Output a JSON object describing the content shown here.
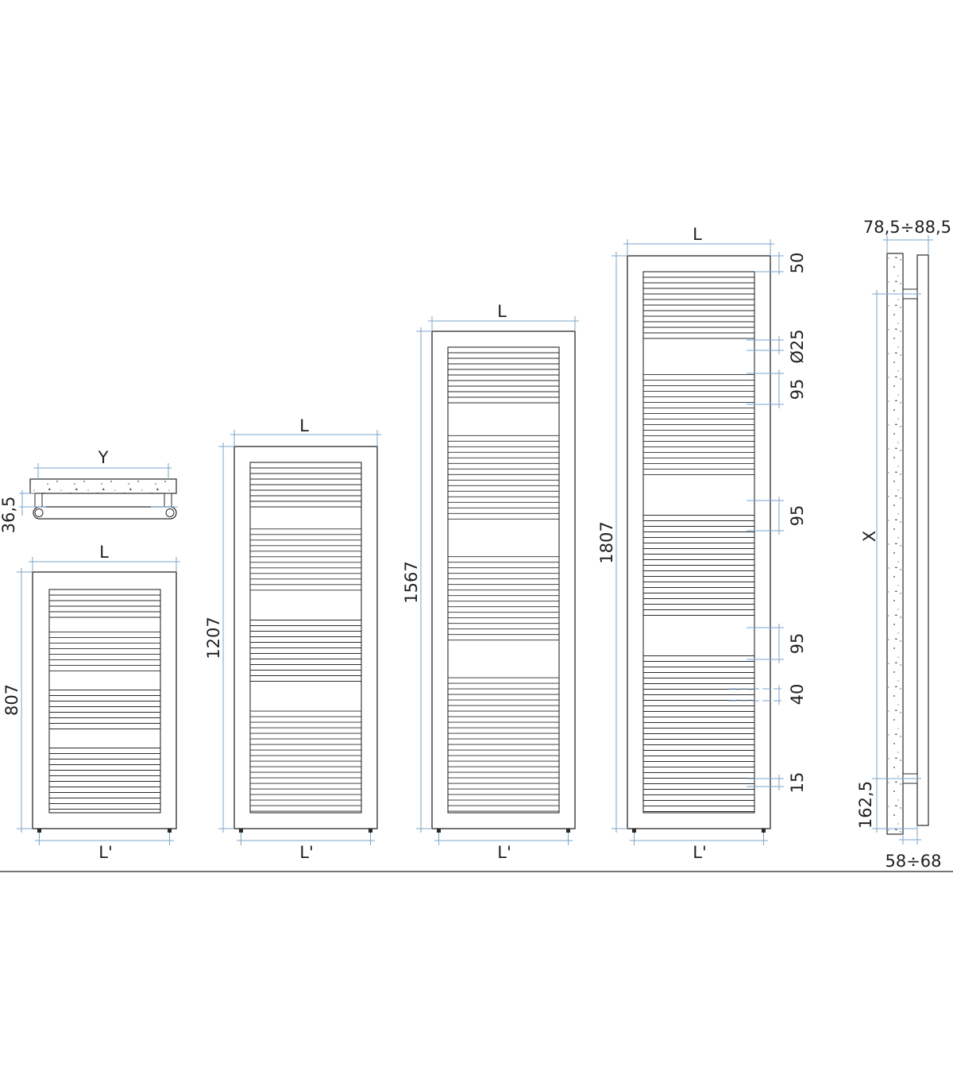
{
  "colors": {
    "outline": "#2a2a2a",
    "dimension_line": "#7aa6cf",
    "ground_line": "#222222",
    "text": "#1f1f1f"
  },
  "views": {
    "top_view": {
      "width_label": "Y",
      "depth_label": "36,5"
    },
    "radiator_807": {
      "width_label": "L",
      "height_label": "807",
      "fixing_label": "L'"
    },
    "radiator_1207": {
      "width_label": "L",
      "height_label": "1207",
      "fixing_label": "L'"
    },
    "radiator_1567": {
      "width_label": "L",
      "height_label": "1567",
      "fixing_label": "L'"
    },
    "radiator_1807": {
      "width_label": "L",
      "height_label": "1807",
      "fixing_label": "L'",
      "detail_labels": [
        "50",
        "Ø25",
        "95",
        "95",
        "95",
        "40",
        "15"
      ]
    },
    "side_view": {
      "wall_distance_label": "78,5÷88,5",
      "height_label": "X",
      "bottom_fixing_label": "162,5",
      "bracket_label": "58÷68"
    }
  }
}
